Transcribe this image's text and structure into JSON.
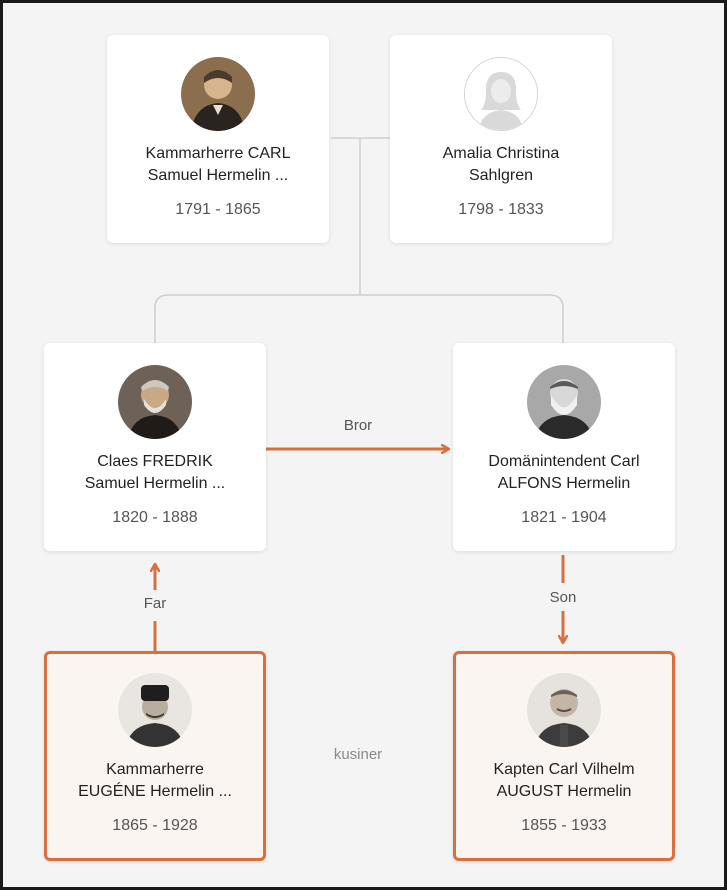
{
  "people": {
    "carl": {
      "name_line1": "Kammarherre CARL",
      "name_line2": "Samuel Hermelin ...",
      "years": "1791 - 1865",
      "portrait": "elderly-man-portrait"
    },
    "amalia": {
      "name_line1": "Amalia Christina",
      "name_line2": "Sahlgren",
      "years": "1798 - 1833",
      "portrait": "female-placeholder-icon"
    },
    "fredrik": {
      "name_line1": "Claes FREDRIK",
      "name_line2": "Samuel Hermelin ...",
      "years": "1820 - 1888",
      "portrait": "elderly-man-portrait"
    },
    "alfons": {
      "name_line1": "Domänintendent Carl",
      "name_line2": "ALFONS Hermelin",
      "years": "1821 - 1904",
      "portrait": "bearded-man-portrait"
    },
    "eugene": {
      "name_line1": "Kammarherre",
      "name_line2": "EUGÉNE Hermelin ...",
      "years": "1865 - 1928",
      "portrait": "man-with-fur-hat-portrait"
    },
    "august": {
      "name_line1": "Kapten Carl Vilhelm",
      "name_line2": "AUGUST Hermelin",
      "years": "1855 - 1933",
      "portrait": "man-in-uniform-portrait"
    }
  },
  "relations": {
    "bror": "Bror",
    "far": "Far",
    "son": "Son",
    "kusiner": "kusiner"
  },
  "colors": {
    "accent": "#d6703f",
    "connector": "#cfcfcf",
    "highlight_background": "#fbf5f1",
    "canvas_background": "#f4f4f4"
  }
}
